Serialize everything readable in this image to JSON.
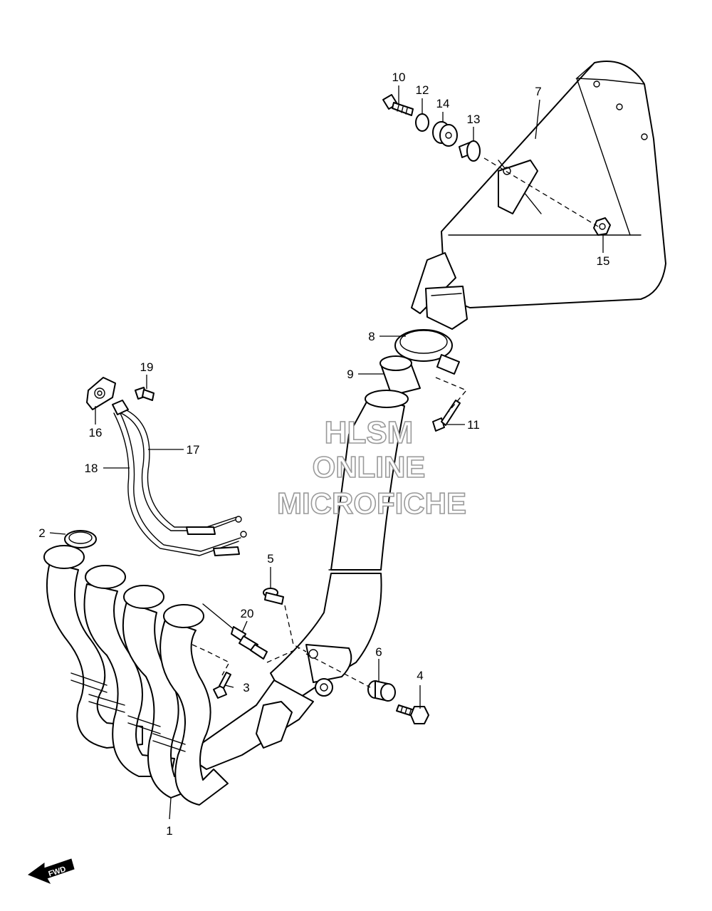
{
  "watermark": {
    "line1": "HLSM",
    "line2": "ONLINE",
    "line3": "MICROFICHE"
  },
  "callouts": {
    "c1": "1",
    "c2": "2",
    "c3": "3",
    "c4": "4",
    "c5": "5",
    "c6": "6",
    "c7": "7",
    "c8": "8",
    "c9": "9",
    "c10": "10",
    "c11": "11",
    "c12": "12",
    "c13": "13",
    "c14": "14",
    "c15": "15",
    "c16": "16",
    "c17": "17",
    "c18": "18",
    "c19": "19",
    "c20": "20"
  },
  "direction_badge": {
    "label": "FWD",
    "icon": "forward-arrow-icon"
  }
}
